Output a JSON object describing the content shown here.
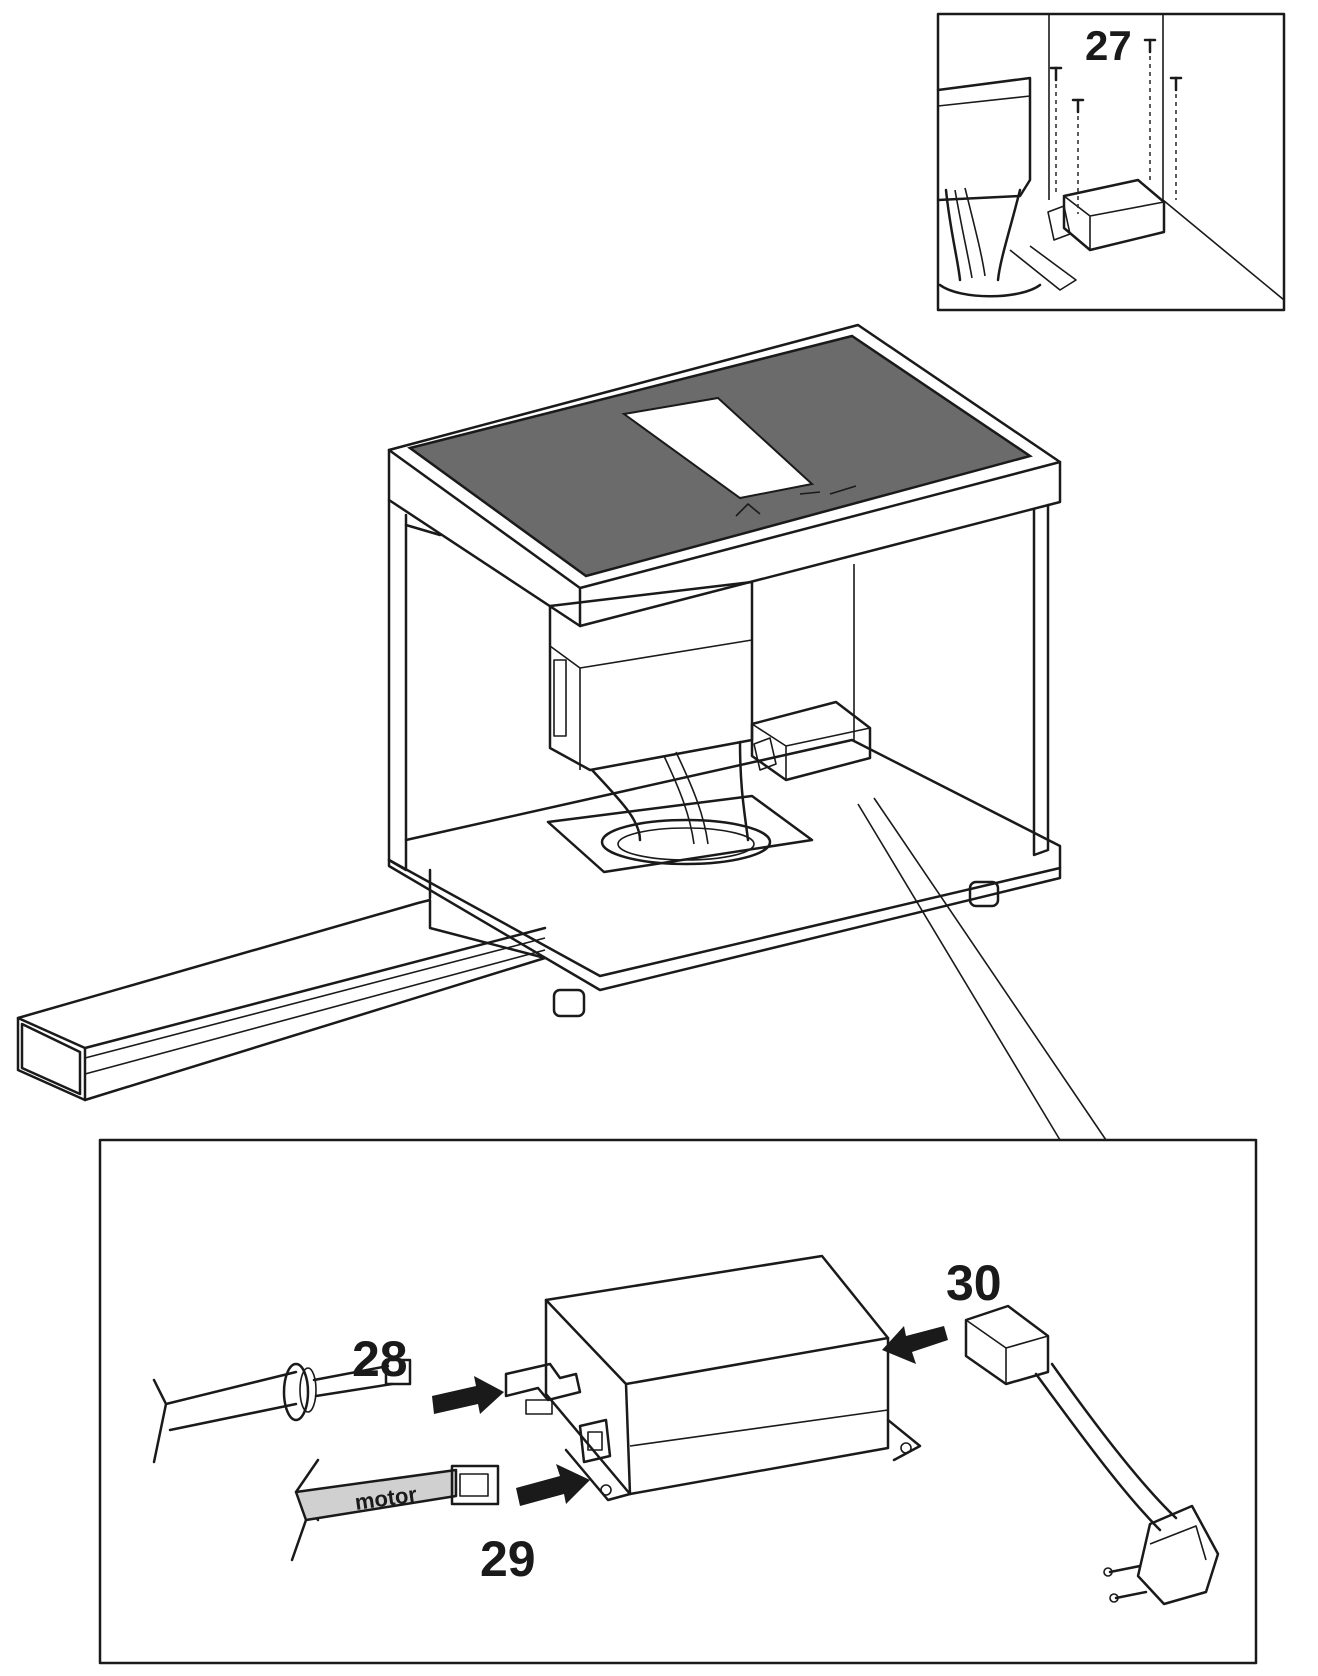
{
  "labels": {
    "step_27": "27",
    "step_28": "28",
    "step_29": "29",
    "step_30": "30",
    "motor": "motor"
  },
  "colors": {
    "line": "#1a1a1a",
    "hob_glass": "#6b6b6b",
    "motor_cable": "#d0d0d0",
    "background": "#ffffff"
  },
  "icons": [
    "screw-icon",
    "arrow-icon",
    "plug-icon",
    "connector-icon"
  ]
}
